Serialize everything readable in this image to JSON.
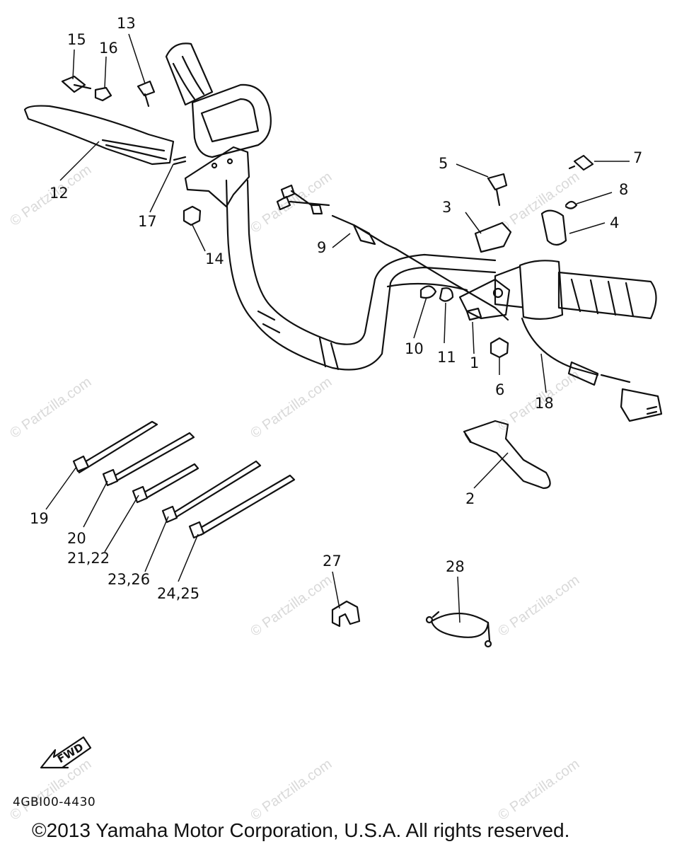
{
  "callouts": [
    "13",
    "15",
    "16",
    "12",
    "17",
    "14",
    "9",
    "5",
    "3",
    "7",
    "8",
    "4",
    "10",
    "11",
    "1",
    "6",
    "18",
    "2",
    "19",
    "20",
    "21,22",
    "23,26",
    "24,25",
    "27",
    "28"
  ],
  "fwd_label": "FWD",
  "doc_code": "4GBI00-4430",
  "copyright": "©2013  Yamaha Motor Corporation, U.S.A. All rights reserved.",
  "watermark": "© Partzilla.com"
}
